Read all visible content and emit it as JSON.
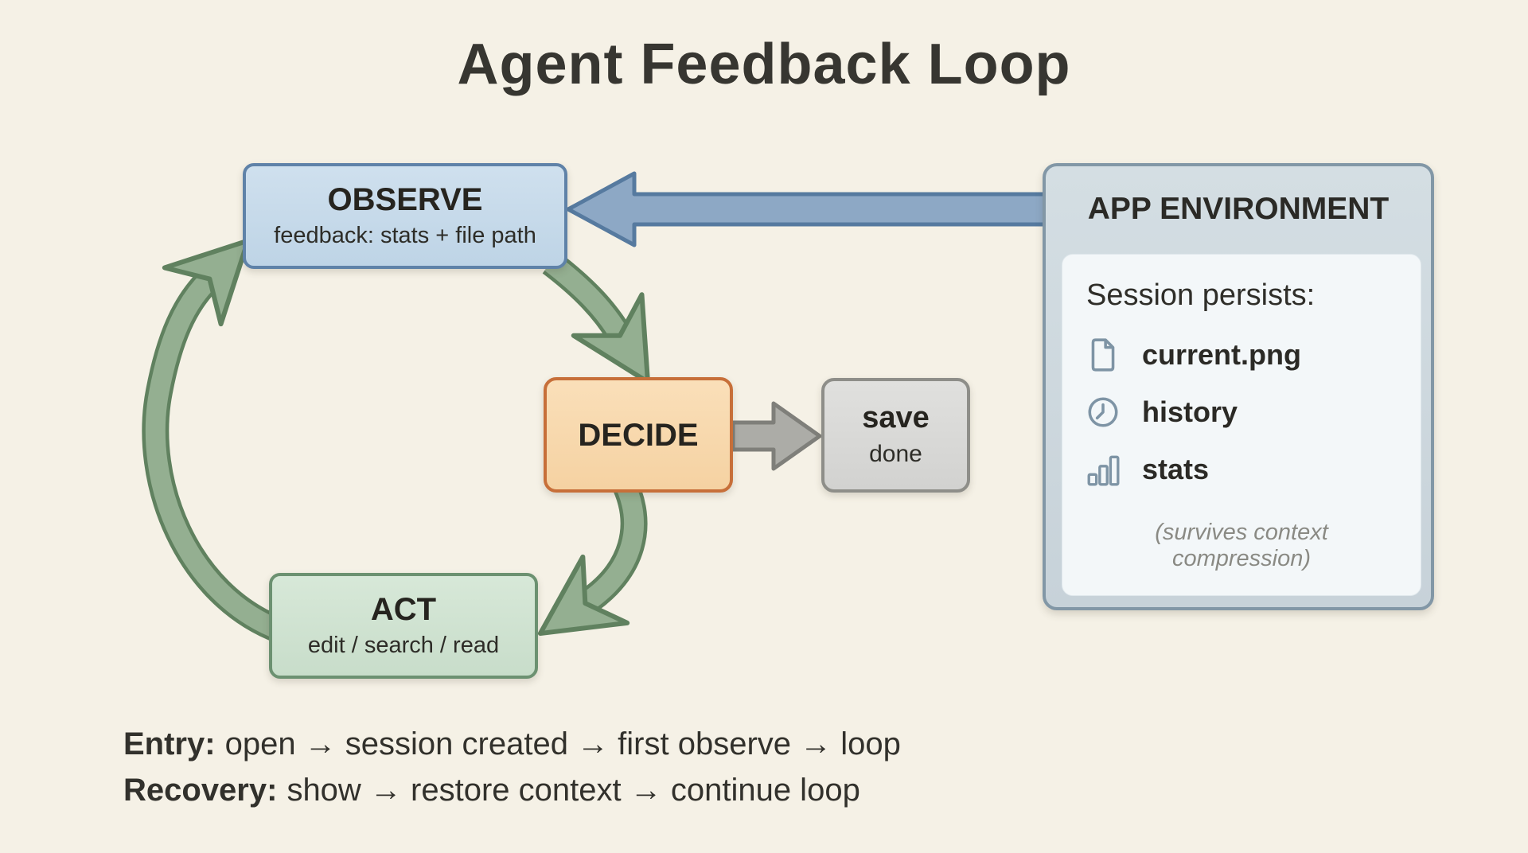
{
  "title": "Agent Feedback Loop",
  "nodes": {
    "observe": {
      "label": "OBSERVE",
      "sublabel": "feedback: stats + file path"
    },
    "decide": {
      "label": "DECIDE"
    },
    "act": {
      "label": "ACT",
      "sublabel": "edit / search / read"
    },
    "save": {
      "label": "save",
      "sublabel": "done"
    }
  },
  "environment": {
    "title": "APP ENVIRONMENT",
    "subtitle": "Session persists:",
    "items": [
      {
        "icon": "file-icon",
        "label": "current.png"
      },
      {
        "icon": "clock-icon",
        "label": "history"
      },
      {
        "icon": "bar-chart-icon",
        "label": "stats"
      }
    ],
    "note": "(survives context compression)"
  },
  "footer": {
    "entry_label": "Entry:",
    "entry_text": "open → session created → first observe → loop",
    "recovery_label": "Recovery:",
    "recovery_text": "show → restore context → continue loop"
  },
  "palette": {
    "background": "#f5f1e6",
    "observe_fill": "#c6d9e9",
    "observe_border": "#5f82a8",
    "decide_fill": "#f8d7ac",
    "decide_border": "#c76f39",
    "act_fill": "#d0e3d2",
    "act_border": "#6c9171",
    "save_fill": "#d9d9d7",
    "save_border": "#8e8e89",
    "panel_fill": "#cdd8de",
    "panel_border": "#8297a6",
    "panel_card_fill": "#f3f7f9",
    "icon_stroke": "#7e94a5",
    "green_arrow_fill": "#94af91",
    "green_arrow_border": "#60815f",
    "blue_arrow_fill": "#8da8c5",
    "blue_arrow_border": "#567a9f",
    "gray_arrow_fill": "#acaca7",
    "gray_arrow_border": "#7f7f7a",
    "text_dark": "#2f2e29"
  }
}
